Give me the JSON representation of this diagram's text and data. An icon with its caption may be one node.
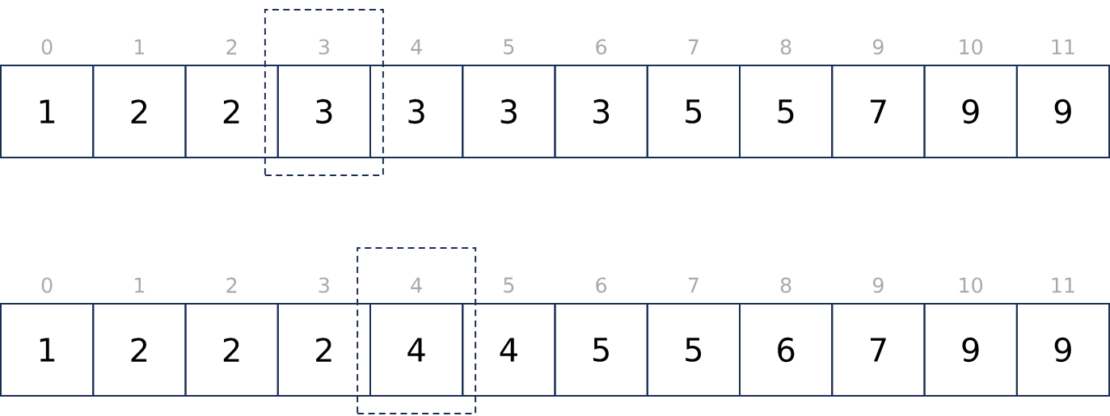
{
  "diagram": {
    "nodes": [
      {
        "text": [
          "1"
        ],
        "beside": [
          "0"
        ]
      },
      {
        "text": [
          "2"
        ],
        "beside": [
          "1"
        ]
      },
      {
        "text": [
          "2"
        ],
        "beside": [
          "2"
        ]
      },
      {
        "text": [],
        "shape": "box"
      },
      {
        "text": [
          "3"
        ],
        "beside": [
          "3"
        ],
        "in": 3
      },
      {
        "text": [
          "3"
        ],
        "beside": [
          "4"
        ]
      },
      {
        "text": [
          "3"
        ],
        "beside": [
          "5"
        ]
      },
      {
        "text": [
          "3"
        ],
        "beside": [
          "6"
        ]
      },
      {
        "text": [
          "5"
        ],
        "beside": [
          "7"
        ]
      },
      {
        "text": [
          "5"
        ],
        "beside": [
          "8"
        ]
      },
      {
        "text": [
          "7"
        ],
        "beside": [
          "9"
        ]
      },
      {
        "text": [
          "9"
        ],
        "beside": [
          "10"
        ]
      },
      {
        "text": [
          "9"
        ],
        "beside": [
          "11"
        ]
      },
      {
        "text": [
          "1"
        ],
        "beside": [
          "0"
        ]
      },
      {
        "text": [
          "2"
        ],
        "beside": [
          "1"
        ]
      },
      {
        "text": [
          "2"
        ],
        "beside": [
          "2"
        ]
      },
      {
        "text": [
          "2"
        ],
        "beside": [
          "3"
        ]
      },
      {
        "text": [],
        "shape": "box"
      },
      {
        "text": [
          "4"
        ],
        "beside": [
          "4"
        ],
        "in": 17
      },
      {
        "text": [
          "4"
        ],
        "beside": [
          "5"
        ]
      },
      {
        "text": [
          "5"
        ],
        "beside": [
          "6"
        ]
      },
      {
        "text": [
          "5"
        ],
        "beside": [
          "7"
        ]
      },
      {
        "text": [
          "6"
        ],
        "beside": [
          "8"
        ]
      },
      {
        "text": [
          "7"
        ],
        "beside": [
          "9"
        ]
      },
      {
        "text": [
          "9"
        ],
        "beside": [
          "10"
        ]
      },
      {
        "text": [
          "9"
        ],
        "beside": [
          "11"
        ]
      }
    ]
  }
}
